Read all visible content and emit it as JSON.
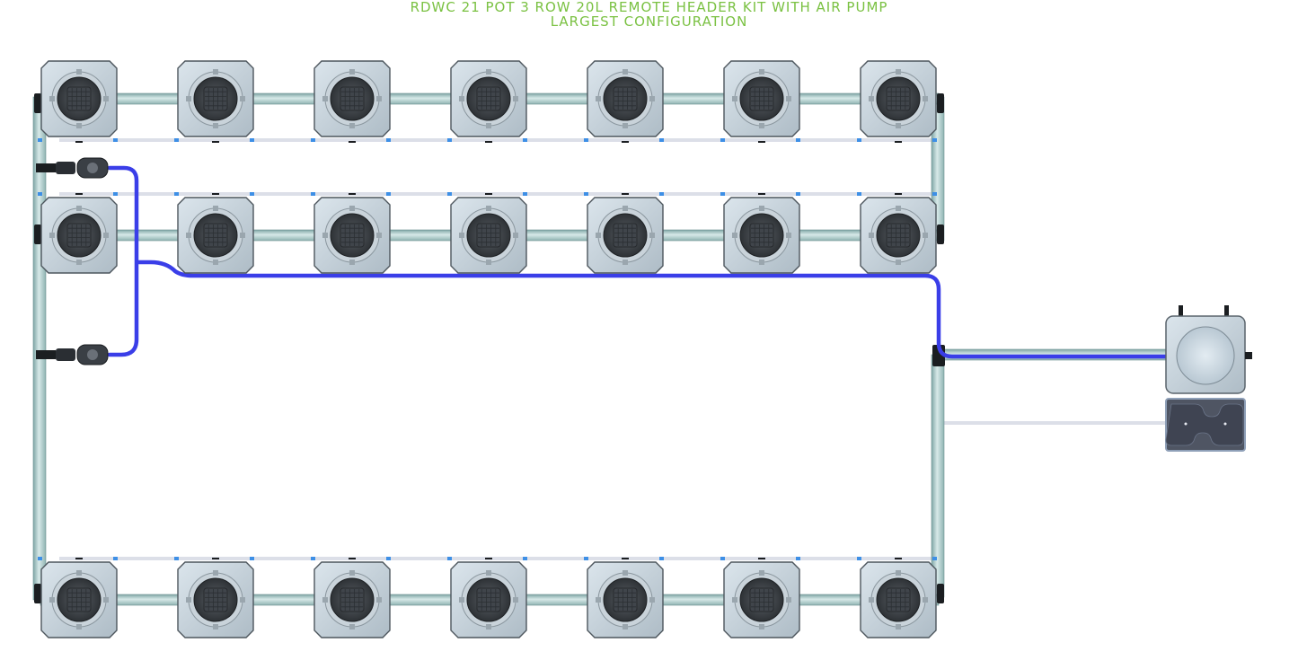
{
  "title": {
    "line1": "RDWC 21 POT 3 ROW 20L REMOTE HEADER KIT WITH AIR PUMP",
    "line2": "LARGEST CONFIGURATION"
  },
  "system": {
    "pot_count": 21,
    "row_count": 3,
    "pots_per_row": 7,
    "colors": {
      "title": "#7ac142",
      "pot_body": "#c6d3dc",
      "pot_lid": "#4c5157",
      "grow_pipe": "#a9c6c7",
      "air_line": "#3a3ee8",
      "return_line": "#dcdfe8",
      "drain_fitting": "#3d8fe6",
      "air_pump": "#4f5563"
    },
    "components": [
      {
        "name": "grow-pot",
        "icon": "grow-pot-icon"
      },
      {
        "name": "remote-header-tank",
        "icon": "header-tank-icon"
      },
      {
        "name": "air-pump",
        "icon": "air-pump-icon"
      },
      {
        "name": "air-stone-valve",
        "icon": "air-valve-icon"
      }
    ]
  }
}
